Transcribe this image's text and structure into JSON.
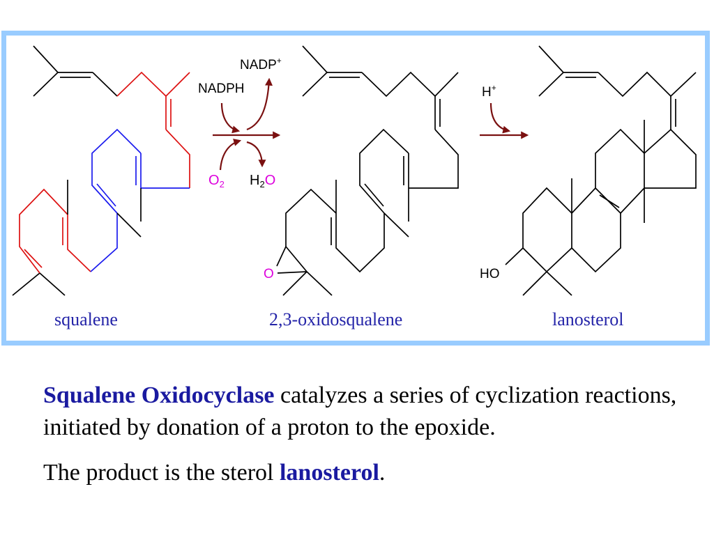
{
  "labels": {
    "nadp": "NADP",
    "nadp_sup": "+",
    "nadph": "NADPH",
    "o2": "O",
    "o2_sub": "2",
    "h2o_h": "H",
    "h2o_sub": "2",
    "h2o_o": "O",
    "h_plus": "H",
    "h_plus_sup": "+",
    "epoxide_o": "O",
    "ho": "HO"
  },
  "captions": {
    "squalene": "squalene",
    "oxidosqualene": "2,3-oxidosqualene",
    "lanosterol": "lanosterol"
  },
  "text": {
    "p1_bold": "Squalene Oxidocyclase",
    "p1_rest": " catalyzes a series of cyclization reactions, initiated by donation of a proton to the epoxide.",
    "p2_start": "The product is the sterol ",
    "p2_bold": "lanosterol",
    "p2_end": "."
  },
  "colors": {
    "panel_border": "#99ccff",
    "bond_black": "#000000",
    "bond_red": "#dd1111",
    "bond_blue": "#1a1aee",
    "arrow": "#7a1010",
    "magenta": "#dd00dd",
    "caption": "#2424a8",
    "highlight": "#1a1aa0"
  }
}
